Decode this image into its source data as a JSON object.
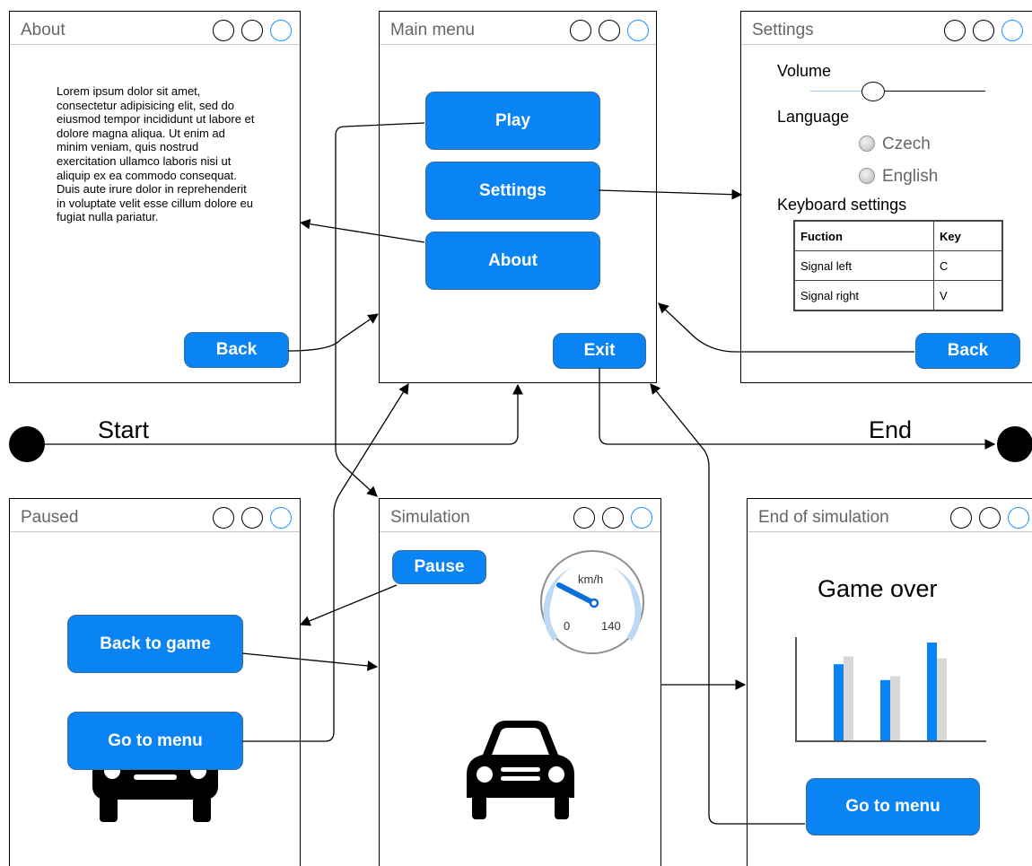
{
  "windows": {
    "about": {
      "title": "About",
      "text": "Lorem ipsum dolor sit amet, consectetur adipisicing elit, sed do eiusmod tempor incididunt ut labore et dolore magna aliqua. Ut enim ad minim veniam, quis nostrud exercitation ullamco laboris nisi ut aliquip ex ea commodo consequat. Duis aute irure dolor in reprehenderit in voluptate velit esse cillum dolore eu fugiat nulla pariatur.",
      "back_label": "Back"
    },
    "main_menu": {
      "title": "Main menu",
      "play_label": "Play",
      "settings_label": "Settings",
      "about_label": "About",
      "exit_label": "Exit"
    },
    "settings": {
      "title": "Settings",
      "volume_label": "Volume",
      "volume_level": 0.37,
      "language_label": "Language",
      "languages": [
        "Czech",
        "English"
      ],
      "keyboard_label": "Keyboard settings",
      "table_headers": [
        "Fuction",
        "Key"
      ],
      "table_rows": [
        [
          "Signal left",
          "C"
        ],
        [
          "Signal right",
          "V"
        ]
      ],
      "back_label": "Back"
    },
    "paused": {
      "title": "Paused",
      "back_to_game_label": "Back to game",
      "go_to_menu_label": "Go to menu"
    },
    "simulation": {
      "title": "Simulation",
      "pause_label": "Pause",
      "gauge_unit": "km/h",
      "gauge_min": "0",
      "gauge_max": "140"
    },
    "end_of_simulation": {
      "title": "End of simulation",
      "game_over": "Game over",
      "go_to_menu_label": "Go to menu"
    }
  },
  "flow": {
    "start_label": "Start",
    "end_label": "End"
  },
  "chart_data": {
    "type": "bar",
    "series": [
      {
        "values": [
          0.78,
          0.62,
          1.0
        ]
      },
      {
        "values": [
          0.86,
          0.66,
          0.84
        ]
      }
    ],
    "colors": [
      "#0a84f5",
      "#d8d8d8"
    ]
  }
}
